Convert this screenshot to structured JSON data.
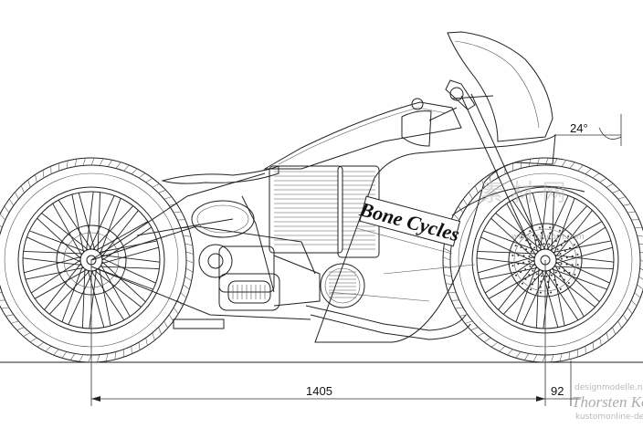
{
  "dimensions": {
    "wheelbase": "1405",
    "front_extension": "92",
    "rake_angle": "24°"
  },
  "tank_logo": "Bone Cycles",
  "watermark": {
    "chinese": "素 材 网",
    "url": "www.mocom.com",
    "line_top": "designmodelle.net",
    "signature": "Thorsten Ko",
    "line_bottom": "kustomonline-design"
  }
}
